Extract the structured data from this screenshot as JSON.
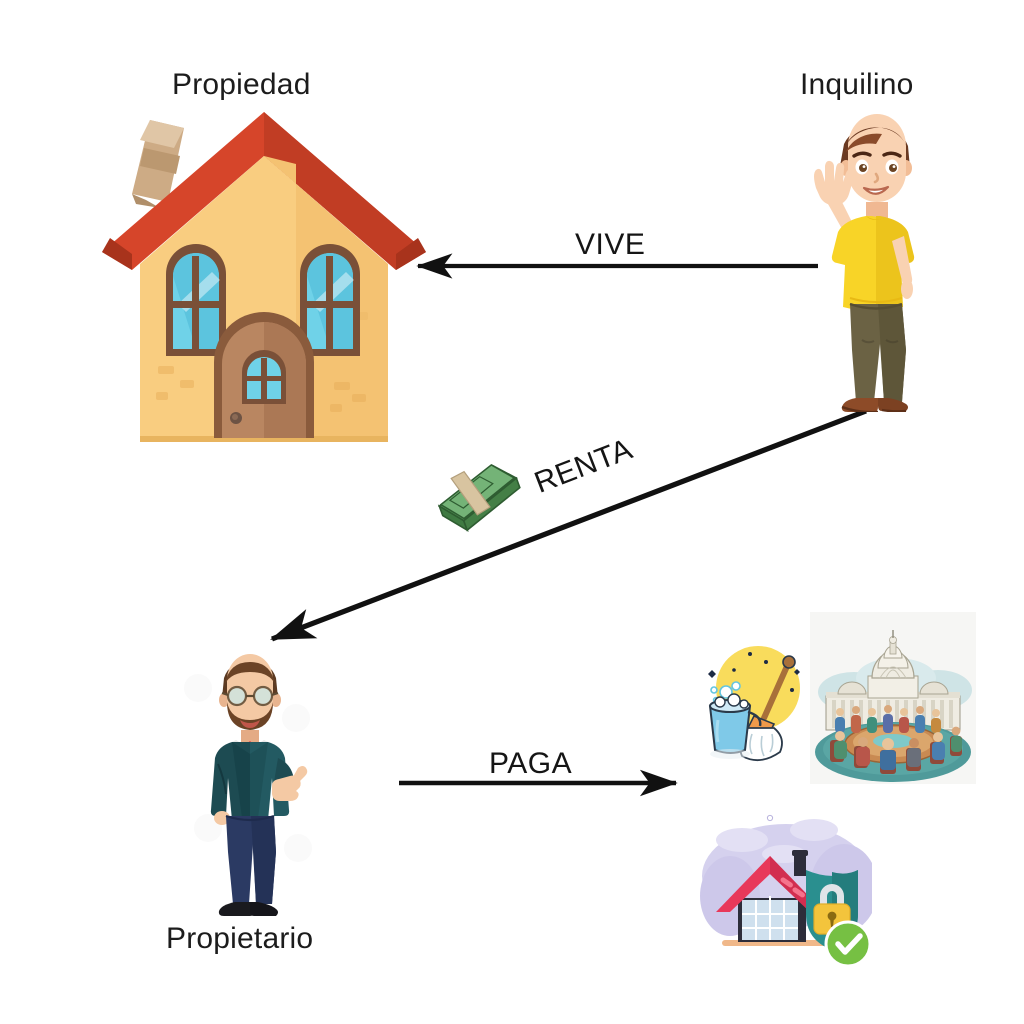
{
  "diagram": {
    "title_visible": false,
    "background_color": "#ffffff",
    "nodes": [
      {
        "id": "propiedad",
        "label": "Propiedad",
        "icon": "house-illustration",
        "label_position": "above"
      },
      {
        "id": "inquilino",
        "label": "Inquilino",
        "icon": "young-man-waving-illustration",
        "label_position": "above"
      },
      {
        "id": "propietario",
        "label": "Propietario",
        "icon": "businessman-thumbs-up-illustration",
        "label_position": "below"
      },
      {
        "id": "gastos",
        "label": "",
        "icon": "expenses-icon-cluster",
        "label_position": "none"
      }
    ],
    "edges": [
      {
        "id": "vive",
        "label": "VIVE",
        "from": "inquilino",
        "to": "propiedad",
        "direction": "left",
        "style": "straight-horizontal"
      },
      {
        "id": "renta",
        "label": "RENTA",
        "from": "inquilino",
        "to": "propietario",
        "direction": "down-left",
        "style": "straight-diagonal",
        "adornment_icon": "money-stack-icon"
      },
      {
        "id": "paga",
        "label": "PAGA",
        "from": "propietario",
        "to": "gastos",
        "direction": "right",
        "style": "straight-horizontal"
      }
    ],
    "expense_icons": [
      {
        "id": "limpieza",
        "name": "cleaning-bucket-mop-icon"
      },
      {
        "id": "impuestos",
        "name": "capitol-government-meeting-icon"
      },
      {
        "id": "seguro",
        "name": "home-insurance-shield-lock-icon"
      }
    ],
    "colors": {
      "arrow": "#111111",
      "label_text": "#1c1c1c",
      "house_roof": "#d6452a",
      "house_roof_dark": "#b5341d",
      "house_wall": "#f7c878",
      "house_wall_light": "#fbd796",
      "house_door": "#b07a56",
      "house_door_dark": "#7a4f33",
      "window_glass": "#6fd2e8",
      "chimney": "#cdab85",
      "tenant_shirt": "#f8d427",
      "tenant_pants": "#6b6244",
      "tenant_shoes": "#8d4b28",
      "tenant_hair": "#6b3a22",
      "skin": "#f7cfae",
      "owner_suit": "#1d4b52",
      "owner_tie": "#e8394a",
      "owner_pants": "#2b3a63",
      "owner_shirt": "#ffffff",
      "money_green": "#5fa35f",
      "money_green_dark": "#3f7a42",
      "money_band": "#d8c4a0",
      "bucket_blue": "#7fc9e8",
      "cleaning_circle": "#f9dc5c",
      "mop_handle": "#a8703a",
      "capitol_stone": "#efece2",
      "capitol_teal": "#4f9a9a",
      "insurance_cloud": "#ccc8e8",
      "insurance_roof": "#e8385a",
      "insurance_shield": "#2a8f8f",
      "insurance_lock": "#f3c43c",
      "insurance_check": "#76c043"
    }
  }
}
